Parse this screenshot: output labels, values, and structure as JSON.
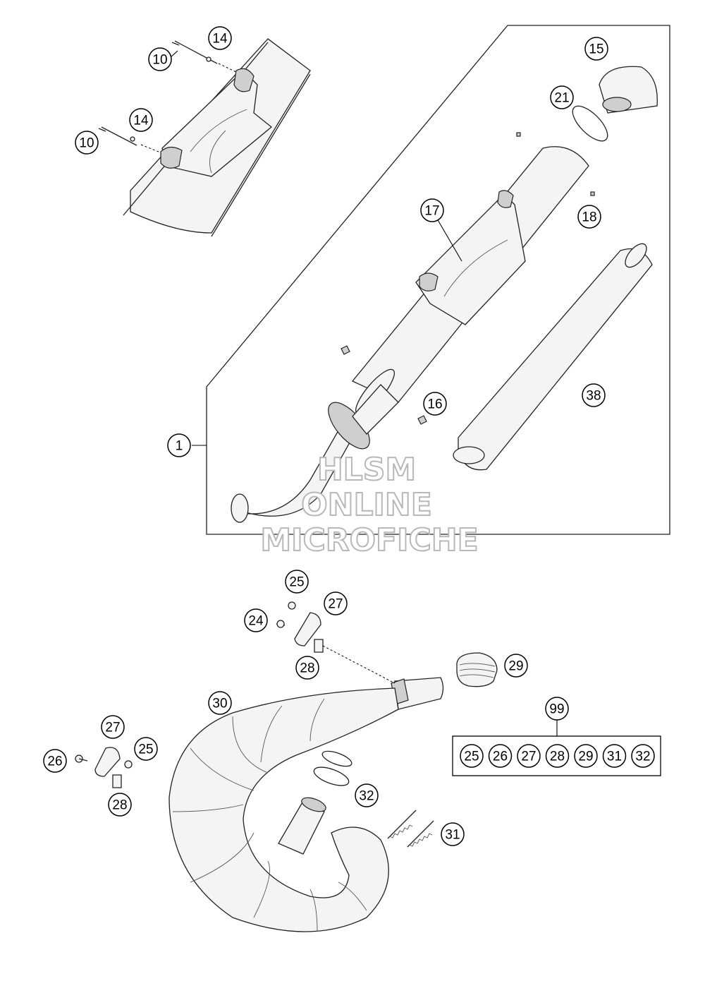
{
  "callouts": {
    "c10a": "10",
    "c14a": "14",
    "c10b": "10",
    "c14b": "14",
    "c15": "15",
    "c21": "21",
    "c18": "18",
    "c17": "17",
    "c16": "16",
    "c38": "38",
    "c1": "1",
    "c25a": "25",
    "c27a": "27",
    "c24": "24",
    "c28a": "28",
    "c29": "29",
    "c30": "30",
    "c99": "99",
    "c27b": "27",
    "c26": "26",
    "c25b": "25",
    "c28b": "28",
    "c32": "32",
    "c31": "31"
  },
  "kit_99": [
    "25",
    "26",
    "27",
    "28",
    "29",
    "31",
    "32"
  ],
  "watermark": [
    "HLSM",
    "ONLINE",
    "MICROFICHE"
  ]
}
